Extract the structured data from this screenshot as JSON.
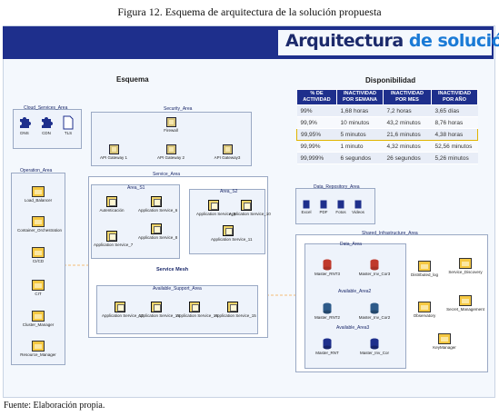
{
  "caption": "Figura 12. Esquema de arquitectura de la solución propuesta",
  "source": "Fuente: Elaboración propia.",
  "title_main": "Arquitectura ",
  "title_accent": "de solución",
  "colors": {
    "brand_dark": "#1e2f8c",
    "accent": "#1a7ad6",
    "highlight": "#e1b400"
  },
  "esquema": {
    "heading": "Esquema",
    "cloud": {
      "label": "Cloud_Services_Area",
      "items": [
        "DNS",
        "CDN",
        "TLS"
      ]
    },
    "security": {
      "label": "Security_Area",
      "firewall": "Firewall",
      "gateways": [
        "API Gateway 1",
        "API Gateway 2",
        "API Gateway3"
      ]
    },
    "operation": {
      "label": "Operation_Area",
      "items": [
        "Load_Balancer",
        "Container_Orchestration",
        "CI/CD",
        "CIT",
        "Cluster_Manager",
        "Resource_Manager"
      ]
    },
    "service": {
      "label": "Service_Area",
      "s1": {
        "label": "Area_S1",
        "items": [
          "Autenticación",
          "Application Service_6",
          "Application Service_7",
          "Application Service_8"
        ]
      },
      "s2": {
        "label": "Area_S2",
        "items": [
          "Application Service_9",
          "Application Service_10",
          "Application Service_11"
        ]
      },
      "mesh": "Service Mesh",
      "support": {
        "label": "Available_Support_Area",
        "items": [
          "Application Service_12",
          "Application Service_13",
          "Application Service_14",
          "Application Service_15"
        ]
      }
    },
    "repository": {
      "label": "Data_Repository_Area",
      "items": [
        "Excel",
        "PDF",
        "Fotos",
        "Videos"
      ]
    },
    "infra": {
      "label": "Shared_Infrastructure_Area",
      "data": {
        "label": "Data_Area",
        "items": [
          "Master_RNT3",
          "Master_Inv_Cor3"
        ]
      },
      "area2": {
        "label": "Available_Area2",
        "items": [
          "Master_RNT2",
          "Master_Inv_Cor2"
        ]
      },
      "area3": {
        "label": "Available_Area3",
        "items": [
          "Master_RNT",
          "Master_Inv_Cor"
        ]
      },
      "side": [
        "Distributed_log",
        "Service_Discovery",
        "Observatory",
        "Secret_Management",
        "KeyManager"
      ]
    }
  },
  "disponibilidad": {
    "heading": "Disponibilidad",
    "headers": [
      "% DE ACTIVIDAD",
      "INACTIVIDAD POR SEMANA",
      "INACTIVIDAD POR MES",
      "INACTIVIDAD POR AÑO"
    ],
    "rows": [
      [
        "99%",
        "1,68 horas",
        "7,2 horas",
        "3,65 días"
      ],
      [
        "99,9%",
        "10 minutos",
        "43,2 minutos",
        "8,76 horas"
      ],
      [
        "99,95%",
        "5 minutos",
        "21,6 minutos",
        "4,38 horas"
      ],
      [
        "99,99%",
        "1 minuto",
        "4,32 minutos",
        "52,56 minutos"
      ],
      [
        "99,999%",
        "6 segundos",
        "26 segundos",
        "5,26 minutos"
      ]
    ],
    "highlight_row": 2
  }
}
